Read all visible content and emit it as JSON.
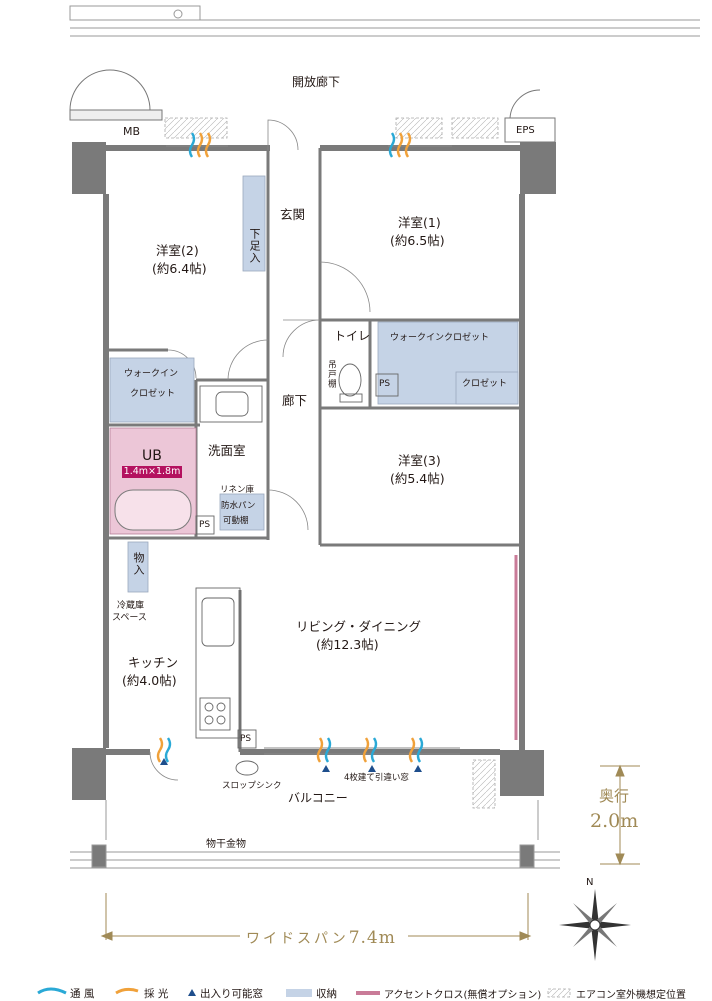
{
  "colors": {
    "wall": "#7a7a7a",
    "storage": "#c5d3e6",
    "ub_fill": "#ecc6d7",
    "ub_badge": "#b4115f",
    "accent_cross": "#c97b98",
    "wind": "#2aa9d6",
    "light": "#f0a13a",
    "gold": "#a08a56"
  },
  "corridor": "開放廊下",
  "mb": "MB",
  "eps": "EPS",
  "rooms": {
    "entrance": "玄関",
    "shoe_storage": "下足入",
    "western1": {
      "name": "洋室(1)",
      "size": "(約6.5帖)"
    },
    "western2": {
      "name": "洋室(2)",
      "size": "(約6.4帖)"
    },
    "western3": {
      "name": "洋室(3)",
      "size": "(約5.4帖)"
    },
    "walkin1": {
      "line1": "ウォークイン",
      "line2": "クロゼット"
    },
    "walkin2": "ウォークインクロゼット",
    "closet": "クロゼット",
    "toilet": "トイレ",
    "toilet_shelf": "吊戸棚",
    "ps": "PS",
    "hallway": "廊下",
    "ub": "UB",
    "ub_size": "1.4m×1.8m",
    "washroom": "洗面室",
    "linen": "リネン庫",
    "waterpan": "防水パン",
    "movable_shelf": "可動棚",
    "storage": "物入",
    "fridge": {
      "line1": "冷蔵庫",
      "line2": "スペース"
    },
    "kitchen": {
      "name": "キッチン",
      "size": "(約4.0帖)"
    },
    "living": {
      "name": "リビング・ダイニング",
      "size": "(約12.3帖)"
    },
    "sash": "4枚建て引違い窓",
    "slop_sink": "スロップシンク",
    "balcony": "バルコニー",
    "laundry": "物干金物"
  },
  "dimensions": {
    "depth_label": "奥行",
    "depth_value": "2.0m",
    "span_label": "ワイドスパン",
    "span_value": "7.4m"
  },
  "compass": "N",
  "legend": {
    "wind": "通 風",
    "light": "採 光",
    "door": "出入り可能窓",
    "storage": "収納",
    "accent": "アクセントクロス(無償オプション)",
    "ac": "エアコン室外機想定位置"
  }
}
